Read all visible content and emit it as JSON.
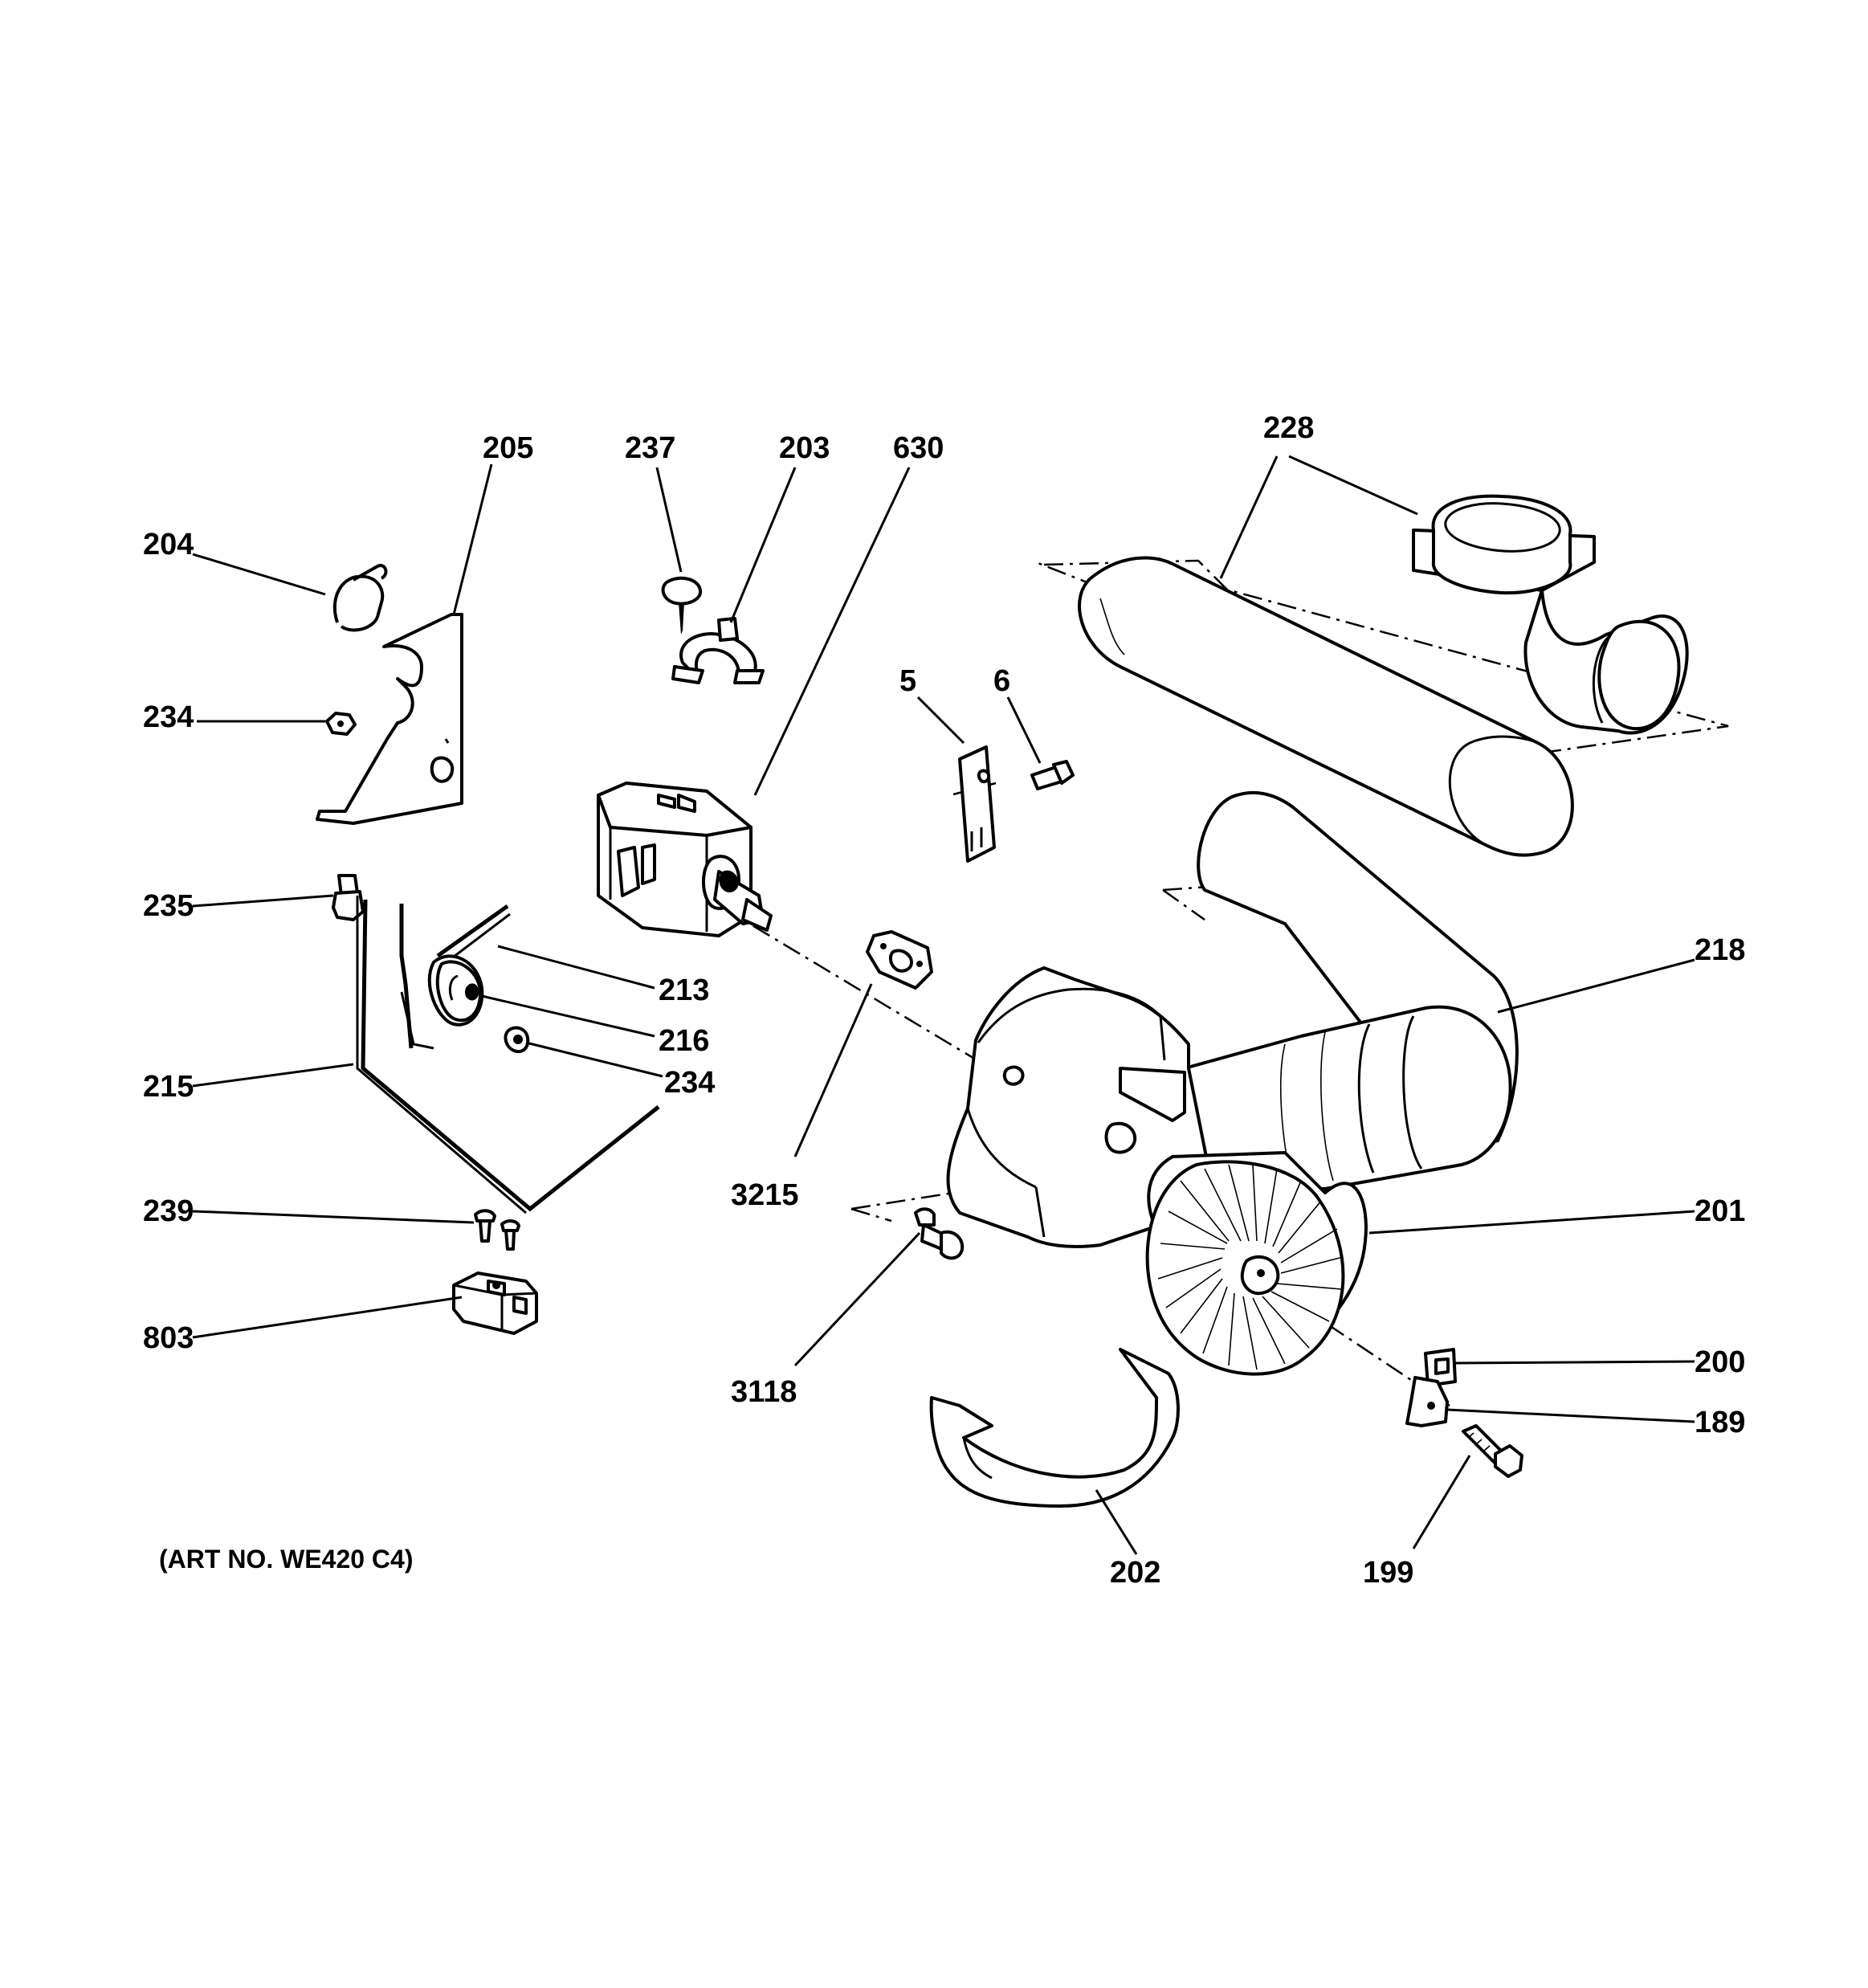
{
  "labels": {
    "p205": "205",
    "p237": "237",
    "p203": "203",
    "p630": "630",
    "p228": "228",
    "p204": "204",
    "p234a": "234",
    "p5": "5",
    "p6": "6",
    "p235": "235",
    "p218": "218",
    "p213": "213",
    "p216": "216",
    "p234b": "234",
    "p215": "215",
    "p3215": "3215",
    "p239": "239",
    "p201": "201",
    "p803": "803",
    "p3118": "3118",
    "p200": "200",
    "p189": "189",
    "p202": "202",
    "p199": "199"
  },
  "art_number": "(ART NO. WE420 C4)"
}
